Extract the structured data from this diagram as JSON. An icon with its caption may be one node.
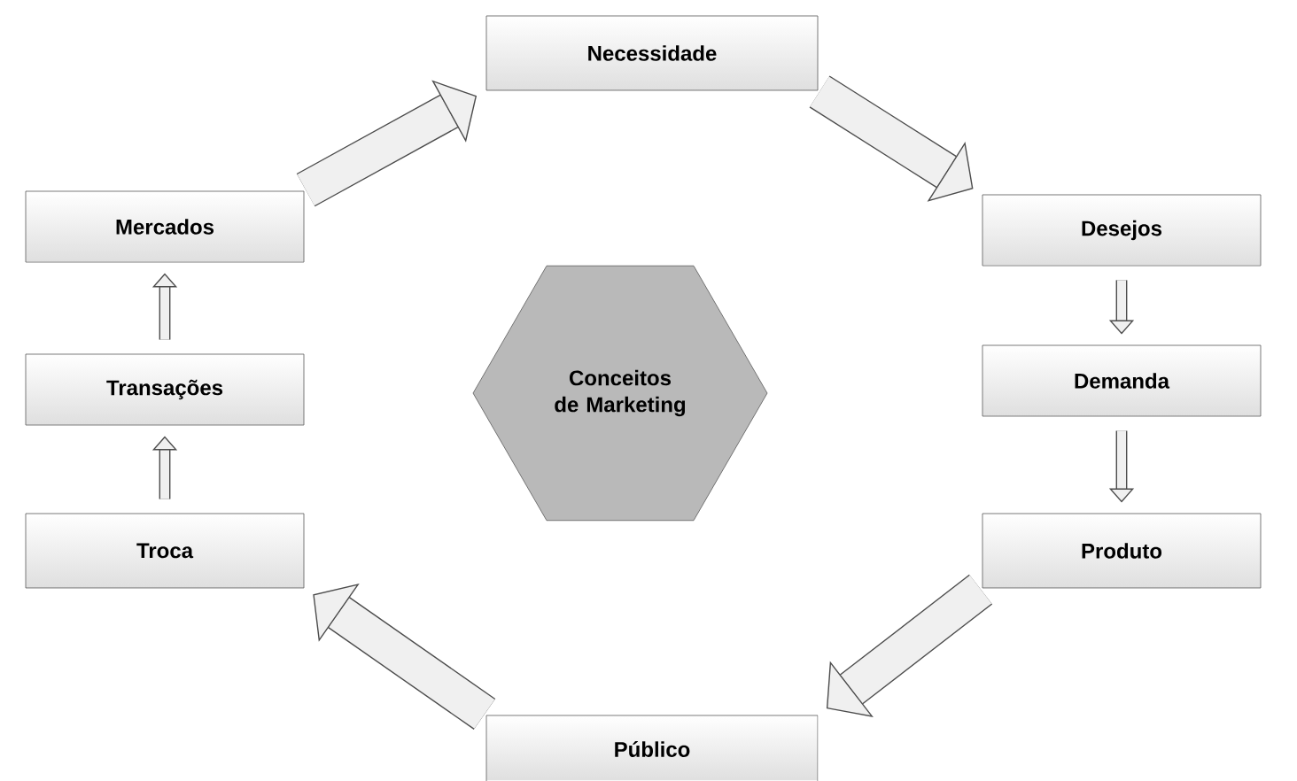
{
  "diagram": {
    "nodes": [
      {
        "text": [
          "Conceitos de Marketing"
        ]
      },
      {
        "text": [
          "Necessidade"
        ]
      },
      {
        "text": [
          "Desejos"
        ]
      },
      {
        "text": [
          "Demanda"
        ]
      },
      {
        "text": [
          "Produto"
        ]
      },
      {
        "text": [
          "Público"
        ]
      },
      {
        "text": [
          "Troca"
        ]
      },
      {
        "text": [
          "Transações"
        ]
      },
      {
        "text": [
          "Mercados"
        ]
      }
    ],
    "edges": [
      {
        "from": 1,
        "to": 2,
        "arrow": "to",
        "style": "thick"
      },
      {
        "from": 2,
        "to": 3,
        "arrow": "to"
      },
      {
        "from": 3,
        "to": 4,
        "arrow": "to"
      },
      {
        "from": 4,
        "to": 5,
        "arrow": "to",
        "style": "thick"
      },
      {
        "from": 5,
        "to": 6,
        "arrow": "to",
        "style": "thick"
      },
      {
        "from": 6,
        "to": 7,
        "arrow": "to"
      },
      {
        "from": 7,
        "to": 8,
        "arrow": "to"
      },
      {
        "from": 8,
        "to": 1,
        "arrow": "to",
        "style": "thick"
      }
    ]
  }
}
